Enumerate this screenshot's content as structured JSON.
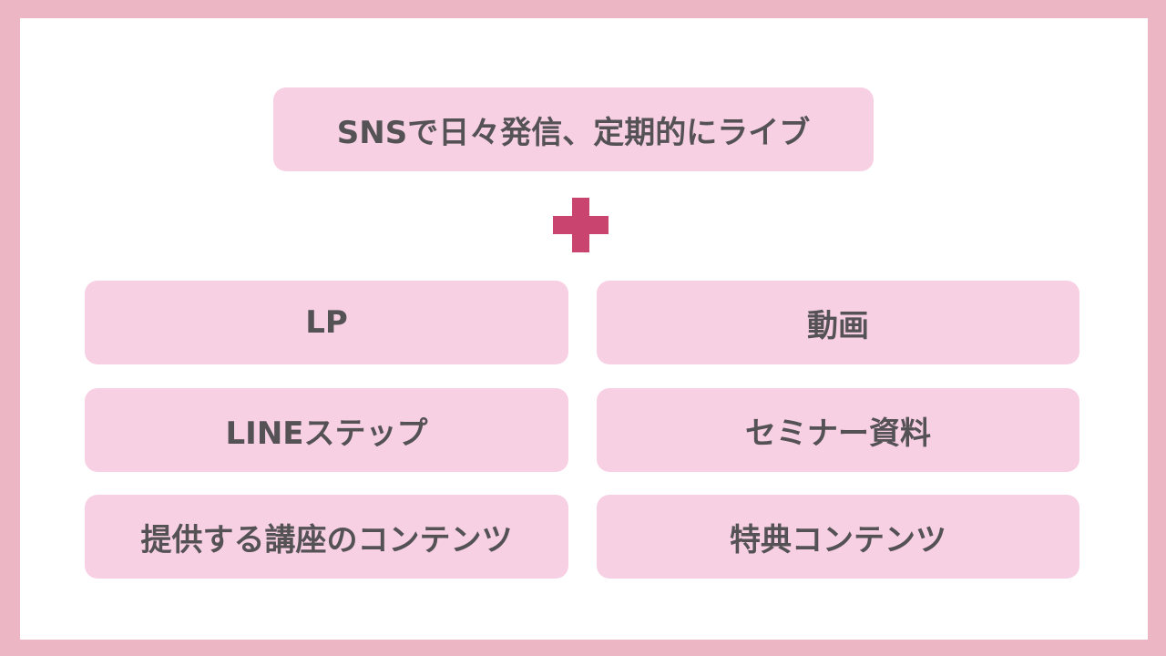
{
  "top": "SNSで日々発信、定期的にライブ",
  "items": [
    "LP",
    "動画",
    "LINEステップ",
    "セミナー資料",
    "提供する講座のコンテンツ",
    "特典コンテンツ"
  ],
  "colors": {
    "accent": "#c9446f",
    "box": "#f8d0e4",
    "frame": "#ecb6c4"
  }
}
